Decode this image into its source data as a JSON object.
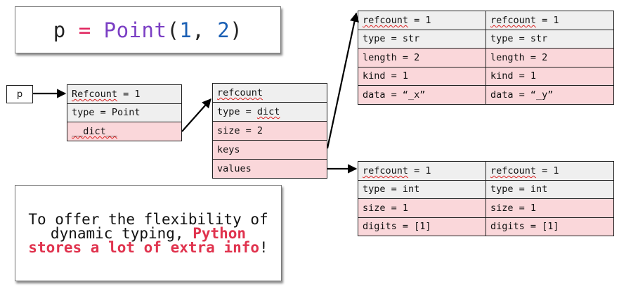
{
  "code": {
    "var": "p",
    "op": "=",
    "cls": "Point",
    "lparen": "(",
    "arg1": "1",
    "comma": ", ",
    "arg2": "2",
    "rparen": ")"
  },
  "pointer_label": "p",
  "point_object": [
    {
      "prefix": "",
      "sq": "Refcount",
      "suffix": " = 1",
      "shade": "gray"
    },
    {
      "prefix": "type = Point",
      "sq": "",
      "suffix": "",
      "shade": "gray"
    },
    {
      "prefix": "",
      "sq": "__dict__",
      "suffix": "",
      "shade": "pink"
    }
  ],
  "dict_object": [
    {
      "prefix": "",
      "sq": "refcount",
      "suffix": "",
      "shade": "gray"
    },
    {
      "prefix": "type = ",
      "sq": "dict",
      "suffix": "",
      "shade": "gray"
    },
    {
      "prefix": "size = 2",
      "sq": "",
      "suffix": "",
      "shade": "pink"
    },
    {
      "prefix": "keys",
      "sq": "",
      "suffix": "",
      "shade": "pink"
    },
    {
      "prefix": "values",
      "sq": "",
      "suffix": "",
      "shade": "pink"
    }
  ],
  "str_objects": [
    [
      {
        "prefix": "",
        "sq": "refcount",
        "suffix": " = 1",
        "shade": "gray"
      },
      {
        "prefix": "",
        "sq": "refcount",
        "suffix": " = 1",
        "shade": "gray"
      }
    ],
    [
      {
        "prefix": "type = str",
        "sq": "",
        "suffix": "",
        "shade": "gray"
      },
      {
        "prefix": "type = str",
        "sq": "",
        "suffix": "",
        "shade": "gray"
      }
    ],
    [
      {
        "prefix": "length = 2",
        "sq": "",
        "suffix": "",
        "shade": "pink"
      },
      {
        "prefix": "length = 2",
        "sq": "",
        "suffix": "",
        "shade": "pink"
      }
    ],
    [
      {
        "prefix": "kind = 1",
        "sq": "",
        "suffix": "",
        "shade": "pink"
      },
      {
        "prefix": "kind = 1",
        "sq": "",
        "suffix": "",
        "shade": "pink"
      }
    ],
    [
      {
        "prefix": "data = “_x”",
        "sq": "",
        "suffix": "",
        "shade": "pink"
      },
      {
        "prefix": "data = “_y”",
        "sq": "",
        "suffix": "",
        "shade": "pink"
      }
    ]
  ],
  "int_objects": [
    [
      {
        "prefix": "",
        "sq": "refcount",
        "suffix": " = 1",
        "shade": "gray"
      },
      {
        "prefix": "",
        "sq": "refcount",
        "suffix": " = 1",
        "shade": "gray"
      }
    ],
    [
      {
        "prefix": "type = int",
        "sq": "",
        "suffix": "",
        "shade": "gray"
      },
      {
        "prefix": "type = int",
        "sq": "",
        "suffix": "",
        "shade": "gray"
      }
    ],
    [
      {
        "prefix": "size = 1",
        "sq": "",
        "suffix": "",
        "shade": "pink"
      },
      {
        "prefix": "size = 1",
        "sq": "",
        "suffix": "",
        "shade": "pink"
      }
    ],
    [
      {
        "prefix": "digits = [1]",
        "sq": "",
        "suffix": "",
        "shade": "pink"
      },
      {
        "prefix": "digits = [1]",
        "sq": "",
        "suffix": "",
        "shade": "pink"
      }
    ]
  ],
  "note": {
    "line1": "To offer the flexibility of dynamic typing, ",
    "highlight": "Python stores a lot of extra info",
    "end": "!"
  }
}
